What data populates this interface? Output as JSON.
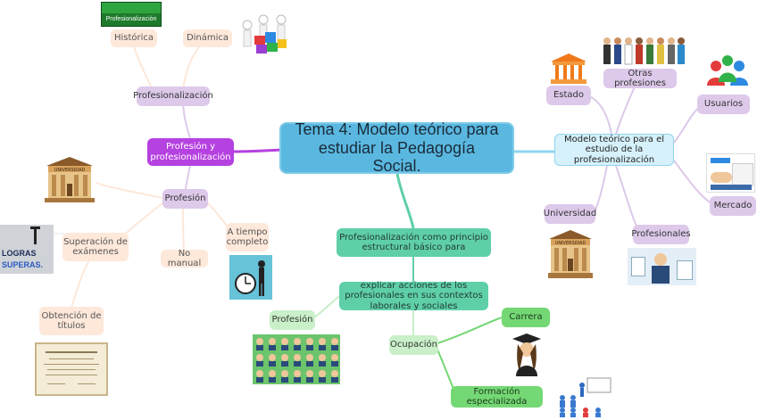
{
  "central": "Tema 4: Modelo teórico para estudiar la Pedagogía Social.",
  "left": {
    "profesionalizacion_img_label": "Profesionalización",
    "historica": "Histórica",
    "dinamica": "Dinámica",
    "profesionalizacion": "Profesionalización",
    "profesion_y": "Profesión y profesionalización",
    "profesion": "Profesión",
    "universidad_sign": "UNIVERSIDAD",
    "a_tiempo": "A tiempo completo",
    "no_manual": "No manual",
    "superacion": "Superación de exámenes",
    "obtencion": "Obtención de títulos",
    "logras_text": "LOGRAS",
    "superas_text": "SUPERAS."
  },
  "right": {
    "estado": "Estado",
    "otras": "Otras profesiones",
    "usuarios": "Usuarios",
    "modelo": "Modelo teórico para el estudio de la profesionalización",
    "mercado": "Mercado",
    "universidad": "Universidad",
    "profesionales": "Profesionales",
    "universidad_sign": "UNIVERSIDAD"
  },
  "bottom": {
    "principio": "Profesionalización como principio estructural básico para",
    "explicar": "explicar acciones de los profesionales en sus contextos laborales y sociales",
    "profesion": "Profesión",
    "ocupacion": "Ocupación",
    "carrera": "Carrera",
    "formacion": "Formación especializada"
  },
  "colors": {
    "purple": "#b541e0",
    "lavender": "#ddc9ea",
    "peach": "#fde8da",
    "blue": "#5ab8e0",
    "teal": "#5fcfa8",
    "green": "#74d874"
  }
}
